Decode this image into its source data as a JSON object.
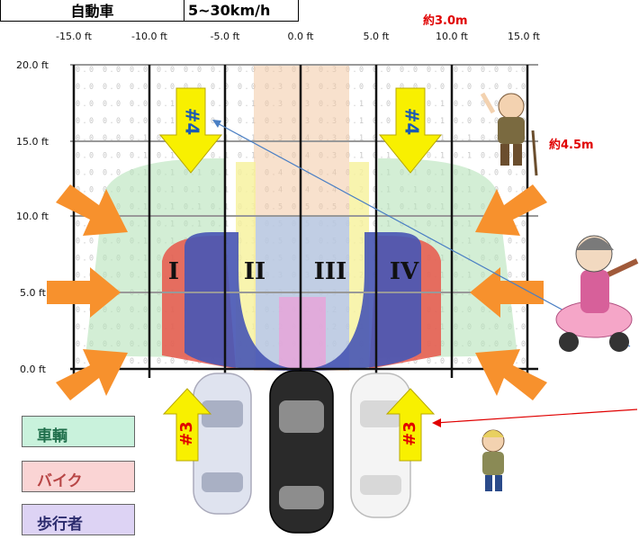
{
  "speed_table": {
    "vehicle_label": "自動車",
    "vehicle_speed": "5~30km/h"
  },
  "distance_labels": {
    "width": "約3.0m",
    "depth": "約4.5m"
  },
  "x_ticks": [
    "-15.0 ft",
    "-10.0 ft",
    "-5.0 ft",
    "0.0 ft",
    "5.0 ft",
    "10.0 ft",
    "15.0 ft"
  ],
  "y_ticks": [
    "20.0 ft",
    "15.0 ft",
    "10.0 ft",
    "5.0 ft",
    "0.0 ft"
  ],
  "zones": [
    "I",
    "II",
    "III",
    "IV"
  ],
  "arrow_labels": {
    "top_left": "#4",
    "top_right": "#4",
    "bottom_left": "#3",
    "bottom_right": "#3"
  },
  "legend": [
    {
      "label": "車輌",
      "color": "#c9f2dc"
    },
    {
      "label": "バイク",
      "color": "#fad4d4"
    },
    {
      "label": "歩行者",
      "color": "#ddd3f4"
    }
  ],
  "grid_value_rows": [
    "0.0 0.0 0.0 0.0 0.0 0.0 0.0 0.3 0.3 0.3 0.0 0.0 0.0 0.0 0.0 0.0 0.0",
    "0.0 0.0 0.0 0.1 0.0 0.0 0.1 0.3 0.3 0.3 0.1 0.0 0.0 0.1 0.0 0.0 0.0",
    "0.0 0.0 0.1 0.1 0.1 0.1 0.1 0.3 0.4 0.3 0.1 0.1 0.1 0.1 0.1 0.0 0.0",
    "0.0 0.0 0.1 0.1 0.1 0.1 0.2 0.4 0.4 0.4 0.2 0.1 0.1 0.1 0.1 0.0 0.0",
    "0.0 0.0 0.1 0.1 0.1 0.1 0.3 0.5 0.5 0.5 0.3 0.1 0.1 0.1 0.1 0.0 0.0",
    "0.0 0.0 0.1 0.1 0.1 0.2 0.3 0.5 0.5 0.5 0.3 0.2 0.1 0.1 0.1 0.0 0.0",
    "0.0 0.0 0.1 0.1 0.2 0.2 0.2 0.3 0.3 0.3 0.2 0.2 0.2 0.1 0.1 0.0 0.0",
    "0.0 0.0 0.0 0.1 0.1 0.1 0.1 0.2 0.2 0.2 0.1 0.1 0.1 0.1 0.0 0.0 0.0",
    "0.0 0.0 0.0 0.0 0.0 0.0 0.0 0.0 0.0 0.0 0.0 0.0 0.0 0.0 0.0 0.0 0.0"
  ],
  "colors": {
    "green_zone": "#b5e3b9",
    "red_zone": "#e8564a",
    "blue_zone": "#5b6bbf",
    "yellow_lane": "#f6f19a",
    "orange_lane": "#f3c9a4",
    "arrow_orange": "#f7912d",
    "arrow_yellow": "#f8f000",
    "arrow_label": "#1a5ab4"
  }
}
